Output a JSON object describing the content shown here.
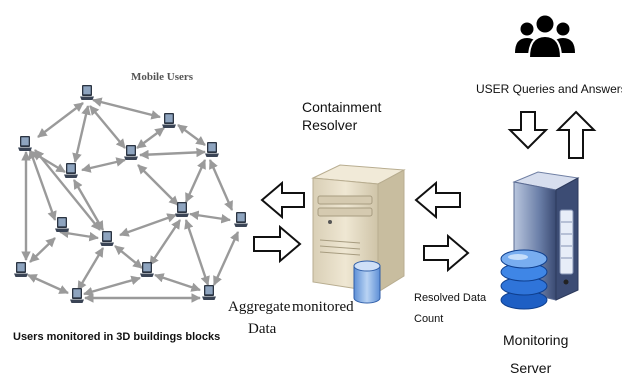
{
  "labels": {
    "mobile_users": "Mobile Users",
    "containment_resolver": [
      "Containment",
      "Resolver"
    ],
    "user_queries": "USER  Queries and Answers",
    "aggregate": [
      "Aggregate",
      "Data"
    ],
    "monitored": "monitored",
    "resolved": [
      "Resolved Data",
      "Count"
    ],
    "users_monitored": "Users monitored  in 3D buildings blocks",
    "monitoring_server": [
      "Monitoring",
      "Server"
    ]
  },
  "icons": {
    "users_group": "users-group-icon",
    "resolver_server": "server-tower-icon",
    "monitoring_server": "server-database-icon",
    "laptop": "laptop-icon"
  },
  "colors": {
    "edge": "#9a9a9a",
    "laptop_body": "#2b3442",
    "server_beige": "#e6dcc4",
    "db_blue": "#2f6fd0"
  }
}
